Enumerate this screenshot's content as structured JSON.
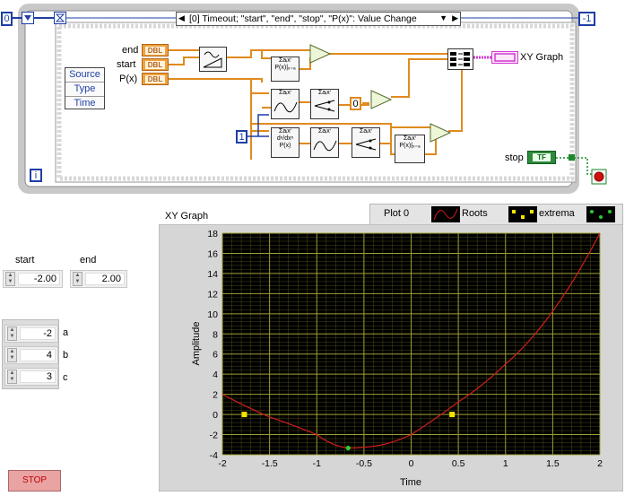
{
  "diagram": {
    "left_iteration": "0",
    "right_iteration": "-1",
    "event_case": "[0] Timeout;  \"start\", \"end\", \"stop\", \"P(x)\": Value Change",
    "terminals": {
      "end": "end",
      "start": "start",
      "px": "P(x)",
      "dbl": "DBL",
      "xy_graph": "XY Graph",
      "stop": "stop",
      "tf": "TF"
    },
    "property_node": [
      "Source",
      "Type",
      "Time"
    ],
    "constants": {
      "zero": "0",
      "one": "1"
    },
    "loop_index": "i",
    "colors": {
      "wire_orange": "#e08a1e",
      "wire_blue": "#1f3fa6",
      "wire_pink": "#d23ad2",
      "wire_green": "#1a8a2a",
      "frame": "#c8c8c8"
    }
  },
  "panel": {
    "start": {
      "label": "start",
      "value": "-2.00"
    },
    "end": {
      "label": "end",
      "value": "2.00"
    },
    "coeffs": [
      {
        "label": "a",
        "value": "-2"
      },
      {
        "label": "b",
        "value": "4"
      },
      {
        "label": "c",
        "value": "3"
      }
    ],
    "stop_label": "STOP",
    "graph_label": "XY Graph",
    "legend": [
      {
        "name": "Plot 0"
      },
      {
        "name": "Roots"
      },
      {
        "name": "extrema"
      }
    ]
  },
  "chart_data": {
    "type": "line",
    "title": "XY Graph",
    "xlabel": "Time",
    "ylabel": "Amplitude",
    "xlim": [
      -2,
      2
    ],
    "ylim": [
      -4,
      18
    ],
    "x_ticks": [
      -2,
      -1.5,
      -1,
      -0.5,
      0,
      0.5,
      1,
      1.5,
      2
    ],
    "y_ticks": [
      -4,
      -2,
      0,
      2,
      4,
      6,
      8,
      10,
      12,
      14,
      16,
      18
    ],
    "grid": true,
    "legend_placement": "top-right",
    "colors": {
      "plot_bg": "#000000",
      "grid": "#9e9e35",
      "curve": "#d21c1c",
      "roots": "#f2e600",
      "extrema": "#2ec82e"
    },
    "series": [
      {
        "name": "Roots",
        "kind": "line",
        "x": [
          -2,
          -1.5,
          -1,
          -0.6667,
          -0.5,
          0,
          0.5,
          1,
          1.5,
          2
        ],
        "y": [
          2.0,
          -0.25,
          -2.0,
          -3.33,
          -3.25,
          -2.0,
          1.25,
          5.0,
          10.25,
          18.0
        ]
      },
      {
        "name": "extrema",
        "kind": "markers",
        "x": [
          -1.7676,
          0.4343
        ],
        "y": [
          0,
          0
        ]
      },
      {
        "name": "",
        "kind": "markers",
        "x": [
          -0.6667
        ],
        "y": [
          -3.33
        ]
      }
    ]
  }
}
